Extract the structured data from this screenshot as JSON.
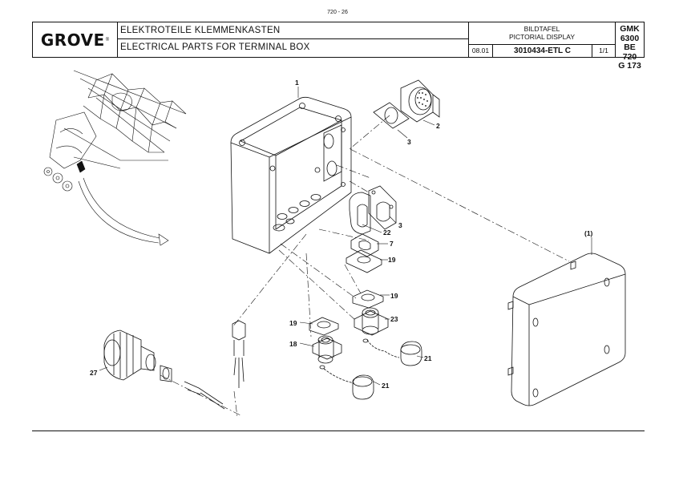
{
  "page_number": "720 - 26",
  "header": {
    "brand": "GROVE",
    "brand_mark": "®",
    "title_de": "ELEKTROTEILE KLEMMENKASTEN",
    "title_en": "ELECTRICAL PARTS FOR TERMINAL BOX",
    "bildtafel": "BILDTAFEL",
    "pictorial": "PICTORIAL DISPLAY",
    "date": "08.01",
    "drawing_code": "3010434-ETL C",
    "sheet": "1/1",
    "model_line1": "GMK 6300",
    "model_line2": "BE 720",
    "model_line3": "G 173"
  },
  "callouts": {
    "c1": "1",
    "c2": "2",
    "c3a": "3",
    "c3b": "3",
    "c22": "22",
    "c7": "7",
    "c19a": "19",
    "c19b": "19",
    "c19c": "19",
    "c23": "23",
    "c18": "18",
    "c21a": "21",
    "c21b": "21",
    "c27": "27",
    "c1ref": "(1)"
  }
}
